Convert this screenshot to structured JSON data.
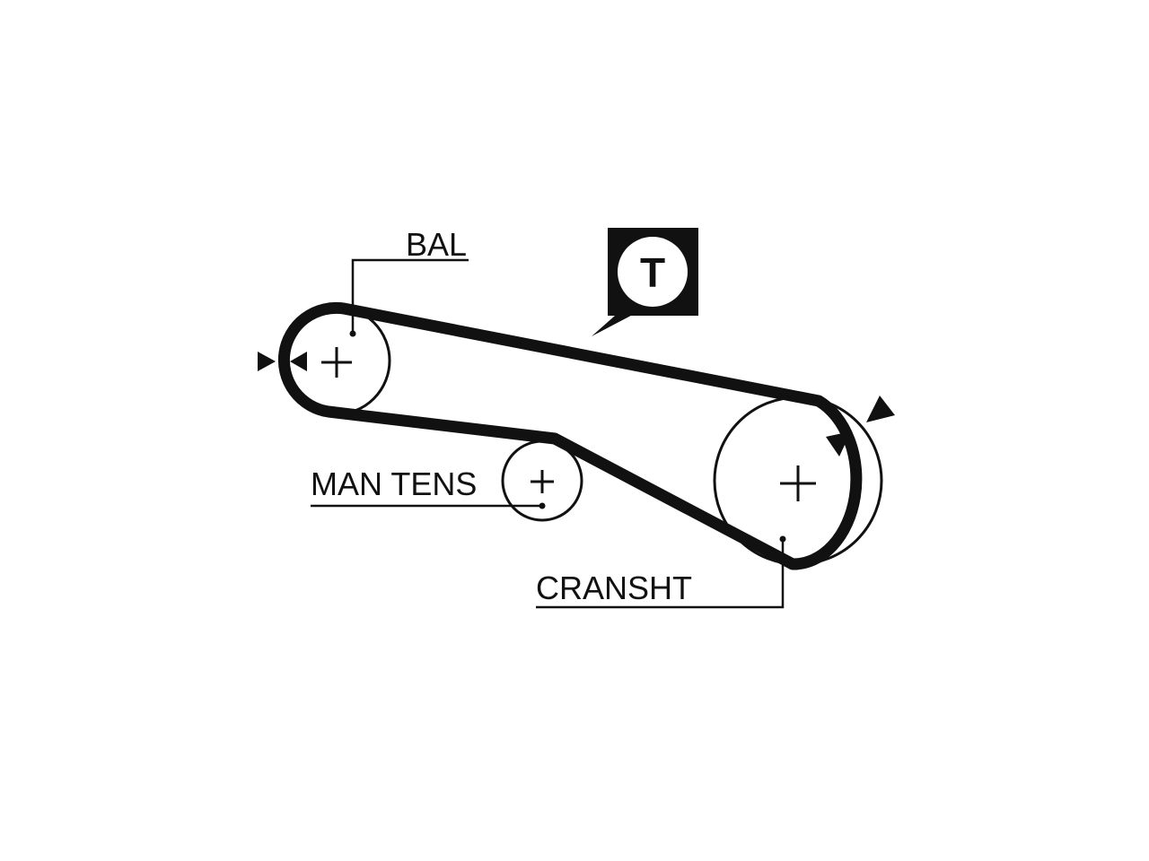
{
  "labels": {
    "balancer": "BAL",
    "manual_tensioner": "MAN TENS",
    "crankshaft": "CRANSHT",
    "tensioner_badge": "T"
  },
  "colors": {
    "ink": "#111111",
    "background": "#ffffff"
  }
}
